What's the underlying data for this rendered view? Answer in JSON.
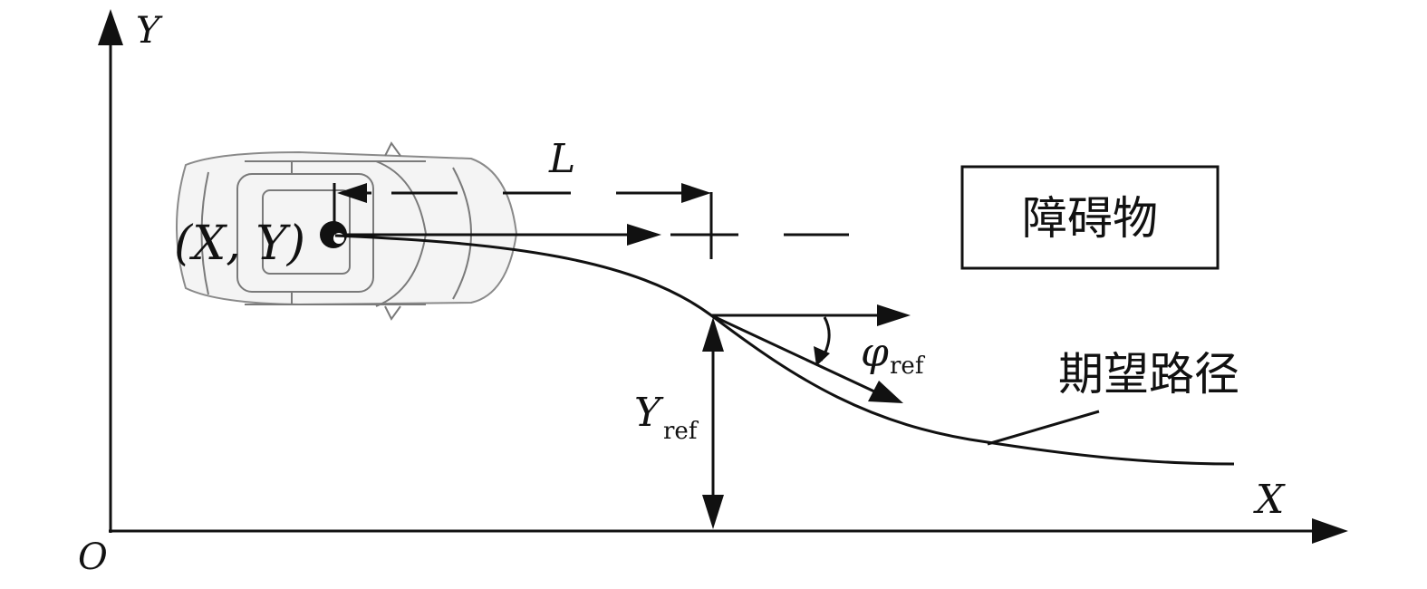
{
  "axes": {
    "y_label": "Y",
    "x_label": "X",
    "origin_label": "O"
  },
  "vehicle": {
    "position_label": "(X, Y)"
  },
  "lookahead": {
    "label": "L"
  },
  "reference": {
    "y_ref_main": "Y",
    "y_ref_sub": "ref",
    "phi_ref_main": "φ",
    "phi_ref_sub": "ref"
  },
  "obstacle": {
    "label": "障碍物"
  },
  "desired_path": {
    "label": "期望路径"
  },
  "colors": {
    "line": "#111111",
    "car_outline": "#7a7a7a",
    "background": "#ffffff"
  }
}
